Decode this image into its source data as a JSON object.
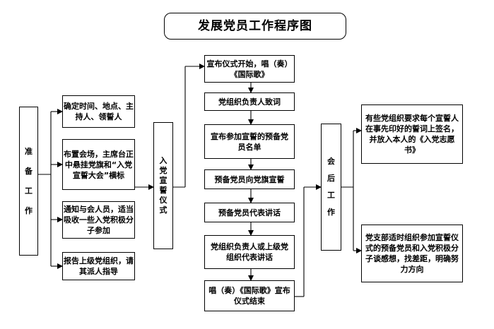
{
  "title": "发展党员工作程序图",
  "prep_label": "准备工作",
  "prep_chars": [
    "准",
    "备",
    "工",
    "作"
  ],
  "prep_items": [
    "确定时间、地点、主持人、领誓人",
    "布置会场，主席台正中悬挂党旗和“入党宣誓大会”横标",
    "通知与会人员，适当吸收一些入党积极分子参加",
    "报告上级党组织，请其派人指导"
  ],
  "ceremony_label": "入党宣誓仪式",
  "ceremony_chars": [
    "入",
    "党",
    "宣",
    "誓",
    "仪",
    "式"
  ],
  "steps": [
    "宣布仪式开始，唱（奏）《国际歌》",
    "党组织负责人致词",
    "宣布参加宣誓的预备党员名单",
    "预备党员向党旗宣誓",
    "预备党员代表讲话",
    "党组织负责人或上级党组织代表讲话",
    "唱（奏）《国际歌》宣布仪式结束"
  ],
  "after_label": "会后工作",
  "after_chars": [
    "会",
    "后",
    "工",
    "作"
  ],
  "after_items": [
    "有些党组织要求每个宣誓人在事先印好的誓词上签名，并放入本人的《入党志愿书》",
    "党支部适时组织参加宣誓仪式的预备党员和入党积极分子谈感想，找差距，明确努力方向"
  ]
}
